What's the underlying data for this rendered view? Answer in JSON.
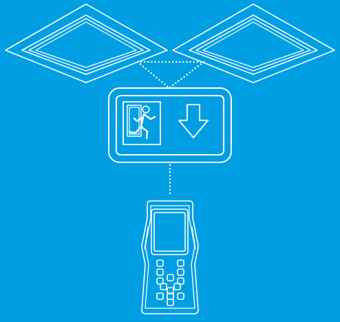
{
  "colors": {
    "background": "#009fe3",
    "line": "#ffffff"
  },
  "diagram": {
    "nodes": [
      {
        "id": "ceiling-light-left",
        "icon": "ceiling-light-panel-icon"
      },
      {
        "id": "ceiling-light-right",
        "icon": "ceiling-light-panel-icon"
      },
      {
        "id": "exit-sign",
        "icons": [
          "running-man-exit-icon",
          "arrow-down-icon"
        ]
      },
      {
        "id": "handheld-device",
        "icon": "handheld-remote-icon"
      }
    ],
    "connections": [
      {
        "from": "ceiling-light-left",
        "to": "exit-sign",
        "style": "dotted"
      },
      {
        "from": "ceiling-light-right",
        "to": "exit-sign",
        "style": "dotted"
      },
      {
        "from": "ceiling-light-left",
        "to": "ceiling-light-right",
        "style": "dotted"
      },
      {
        "from": "exit-sign",
        "to": "handheld-device",
        "style": "dotted"
      }
    ]
  }
}
